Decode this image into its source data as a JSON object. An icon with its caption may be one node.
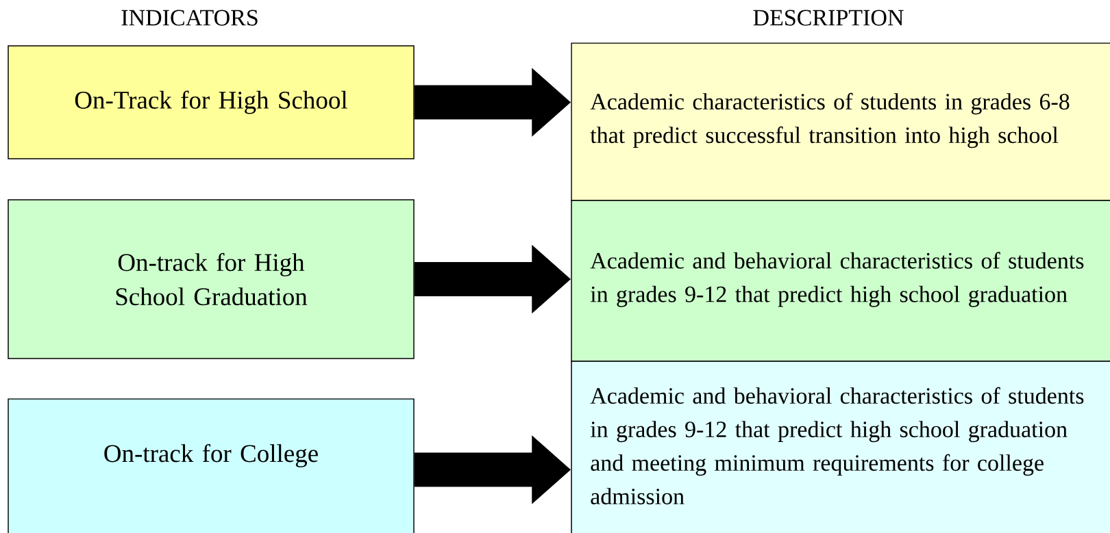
{
  "diagram": {
    "nodes": [
      {
        "text": [
          "On-Track for High School"
        ]
      },
      {
        "text": [
          "Academic characteristics of students in grades 6-8 that predict successful transition into high school"
        ]
      },
      {
        "text": [
          "On-track for High School Graduation"
        ]
      },
      {
        "text": [
          "Academic and behavioral characteristics of students in grades 9-12 that predict high school graduation"
        ]
      },
      {
        "text": [
          "On-track for College"
        ]
      },
      {
        "text": [
          "Academic and behavioral characteristics of students in grades 9-12 that predict high school graduation and meeting minimum requirements for college admission"
        ]
      }
    ],
    "edges": [
      {
        "from": 0,
        "to": 1,
        "arrow": "to"
      },
      {
        "from": 2,
        "to": 3,
        "arrow": "to"
      },
      {
        "from": 4,
        "to": 5,
        "arrow": "to"
      }
    ],
    "labels": [
      "INDICATORS",
      "DESCRIPTION"
    ]
  }
}
